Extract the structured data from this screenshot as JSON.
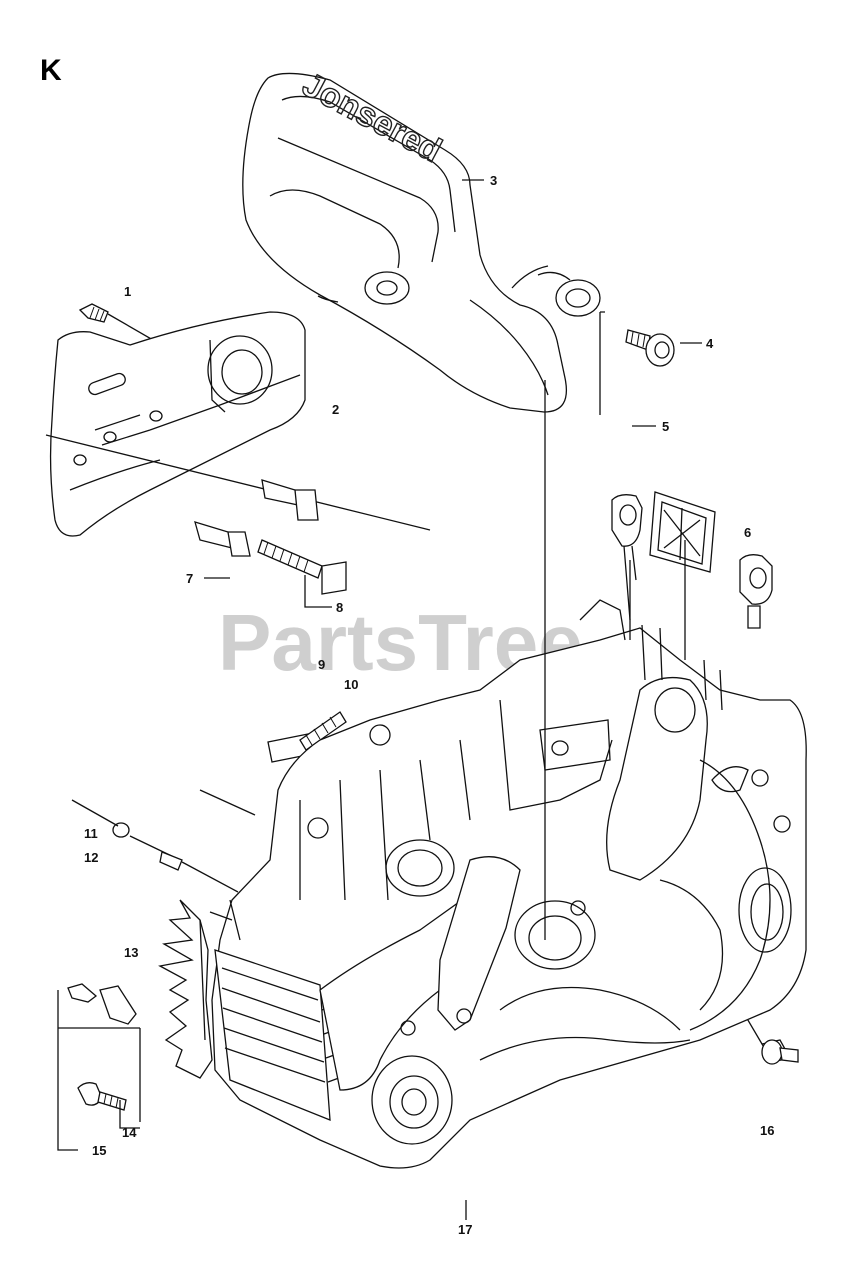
{
  "section_letter": "K",
  "watermark": "PartsTree",
  "brand_mark": "Jonsered",
  "callouts": [
    "1",
    "2",
    "3",
    "4",
    "5",
    "6",
    "7",
    "8",
    "9",
    "10",
    "11",
    "12",
    "13",
    "14",
    "15",
    "16",
    "17"
  ]
}
